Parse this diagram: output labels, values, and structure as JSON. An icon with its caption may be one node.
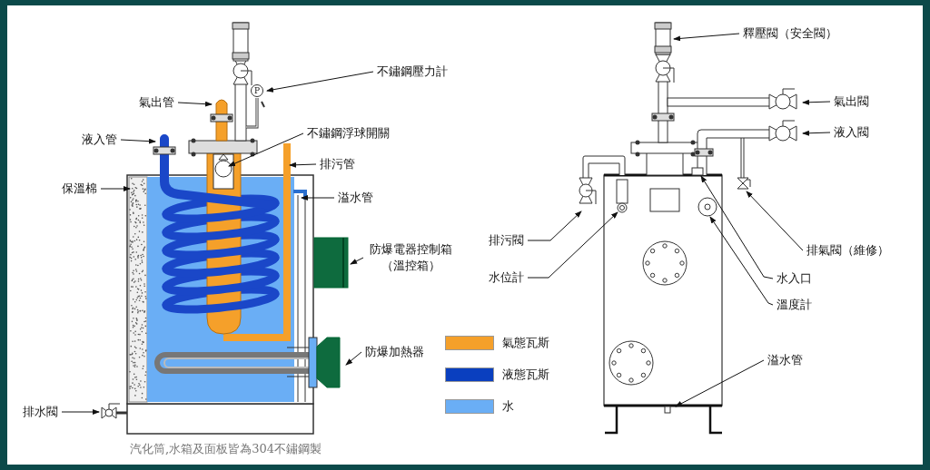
{
  "diagram": {
    "caption": "汽化筒,水箱及面板皆為304不鏽鋼製",
    "nodes": [
      {
        "text": [
          "不鏽鋼壓力計"
        ]
      },
      {
        "text": [
          "氣出管"
        ]
      },
      {
        "text": [
          "液入管"
        ]
      },
      {
        "text": [
          "不鏽鋼浮球開關"
        ]
      },
      {
        "text": [
          "排污管"
        ]
      },
      {
        "text": [
          "保溫棉"
        ]
      },
      {
        "text": [
          "溢水管"
        ]
      },
      {
        "text": [
          "防爆電器控制箱（溫控箱）"
        ]
      },
      {
        "text": [
          "防爆加熱器"
        ]
      },
      {
        "text": [
          "排水閥"
        ]
      },
      {
        "text": [
          "釋壓閥（安全閥）"
        ]
      },
      {
        "text": [
          "氣出閥"
        ]
      },
      {
        "text": [
          "液入閥"
        ]
      },
      {
        "text": [
          "排污閥"
        ]
      },
      {
        "text": [
          "水位計"
        ]
      },
      {
        "text": [
          "排氣閥（維修）"
        ]
      },
      {
        "text": [
          "水入口"
        ]
      },
      {
        "text": [
          "溫度計"
        ]
      },
      {
        "text": [
          "溢水管"
        ]
      },
      {
        "text": [
          "P"
        ]
      }
    ],
    "edges": [
      {
        "from": 0,
        "to": 19,
        "arrow": "to"
      },
      {
        "from": 1,
        "to": null,
        "arrow": "to"
      },
      {
        "from": 2,
        "to": null,
        "arrow": "to"
      },
      {
        "from": 3,
        "to": null,
        "arrow": "to"
      },
      {
        "from": 4,
        "to": null,
        "arrow": "to"
      },
      {
        "from": 5,
        "to": null,
        "arrow": "to"
      },
      {
        "from": 6,
        "to": null,
        "arrow": "to"
      },
      {
        "from": 7,
        "to": null,
        "arrow": "to"
      },
      {
        "from": 8,
        "to": null,
        "arrow": "to"
      },
      {
        "from": 9,
        "to": null,
        "arrow": "to"
      },
      {
        "from": 10,
        "to": null,
        "arrow": "to"
      },
      {
        "from": 11,
        "to": null,
        "arrow": "to"
      },
      {
        "from": 12,
        "to": null,
        "arrow": "to"
      },
      {
        "from": 13,
        "to": null,
        "arrow": "to"
      },
      {
        "from": 14,
        "to": null,
        "arrow": "to"
      },
      {
        "from": 15,
        "to": null,
        "arrow": "to"
      },
      {
        "from": 16,
        "to": null,
        "arrow": "to"
      },
      {
        "from": 17,
        "to": null,
        "arrow": "to"
      },
      {
        "from": 18,
        "to": null,
        "arrow": "to"
      }
    ],
    "legend": [
      {
        "text": "氣態瓦斯",
        "color": "#f5a02a"
      },
      {
        "text": "液態瓦斯",
        "color": "#0a3fbf"
      },
      {
        "text": "水",
        "color": "#6aaef5"
      }
    ]
  }
}
